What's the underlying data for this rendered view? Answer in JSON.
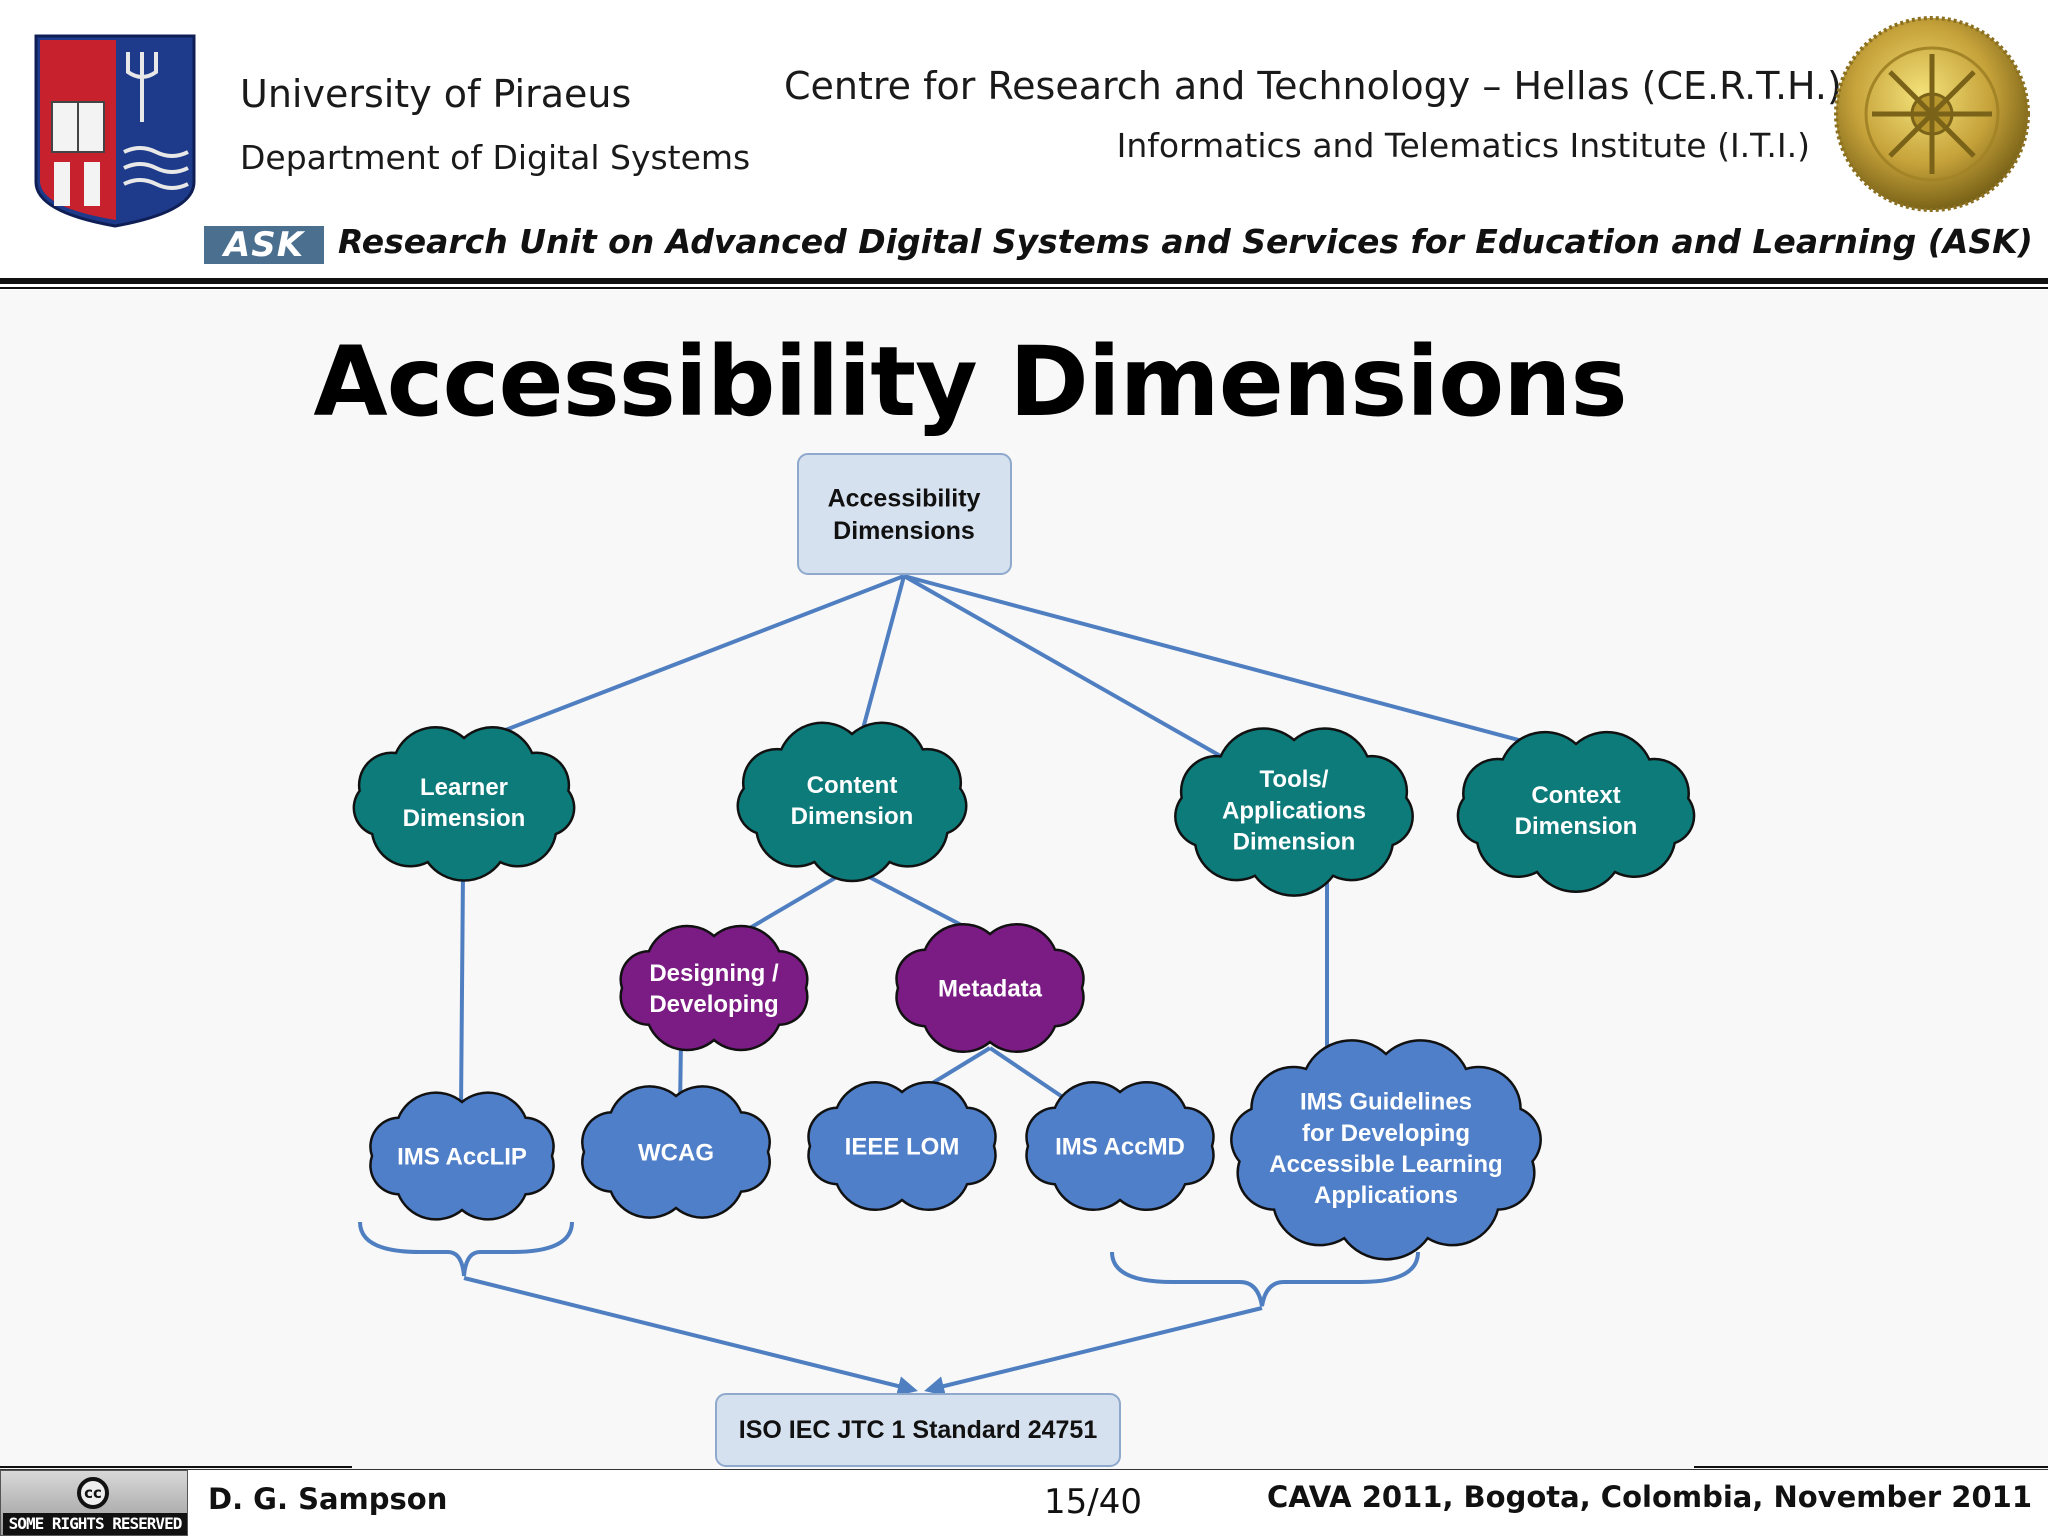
{
  "header": {
    "university": "University of Piraeus",
    "department": "Department of Digital Systems",
    "centre": "Centre for Research and Technology – Hellas (CE.R.T.H.)",
    "institute": "Informatics and Telematics Institute (I.T.I.)",
    "ask_logo": "ASK",
    "research_unit": "Research Unit on Advanced Digital Systems and Services for Education and Learning (ASK)"
  },
  "slide": {
    "title": "Accessibility Dimensions"
  },
  "diagram": {
    "root": [
      "Accessibility",
      "Dimensions"
    ],
    "dimensions": {
      "learner": [
        "Learner",
        "Dimension"
      ],
      "content": [
        "Content",
        "Dimension"
      ],
      "tools": [
        "Tools/",
        "Applications",
        "Dimension"
      ],
      "context": [
        "Context",
        "Dimension"
      ]
    },
    "content_children": {
      "designing": [
        "Designing /",
        "Developing"
      ],
      "metadata": [
        "Metadata"
      ]
    },
    "specs": {
      "accclip": [
        "IMS AccLIP"
      ],
      "wcag": [
        "WCAG"
      ],
      "ieee_lom": [
        "IEEE LOM"
      ],
      "accmd": [
        "IMS AccMD"
      ],
      "guidelines": [
        "IMS Guidelines",
        "for Developing",
        "Accessible Learning",
        "Applications"
      ]
    },
    "standard": "ISO IEC JTC 1 Standard 24751",
    "colors": {
      "root_fill": "#d6e1f0",
      "root_stroke": "#8fa9cc",
      "teal": "#0e7b7b",
      "purple": "#7b1b84",
      "blue": "#4f7fc9",
      "line": "#4f7fc1",
      "standard_fill": "#d6e1f0"
    }
  },
  "footer": {
    "license": "SOME RIGHTS RESERVED",
    "cc_mark": "cc",
    "author": "D. G. Sampson",
    "page": "15/40",
    "event": "CAVA 2011, Bogota, Colombia, November 2011"
  }
}
